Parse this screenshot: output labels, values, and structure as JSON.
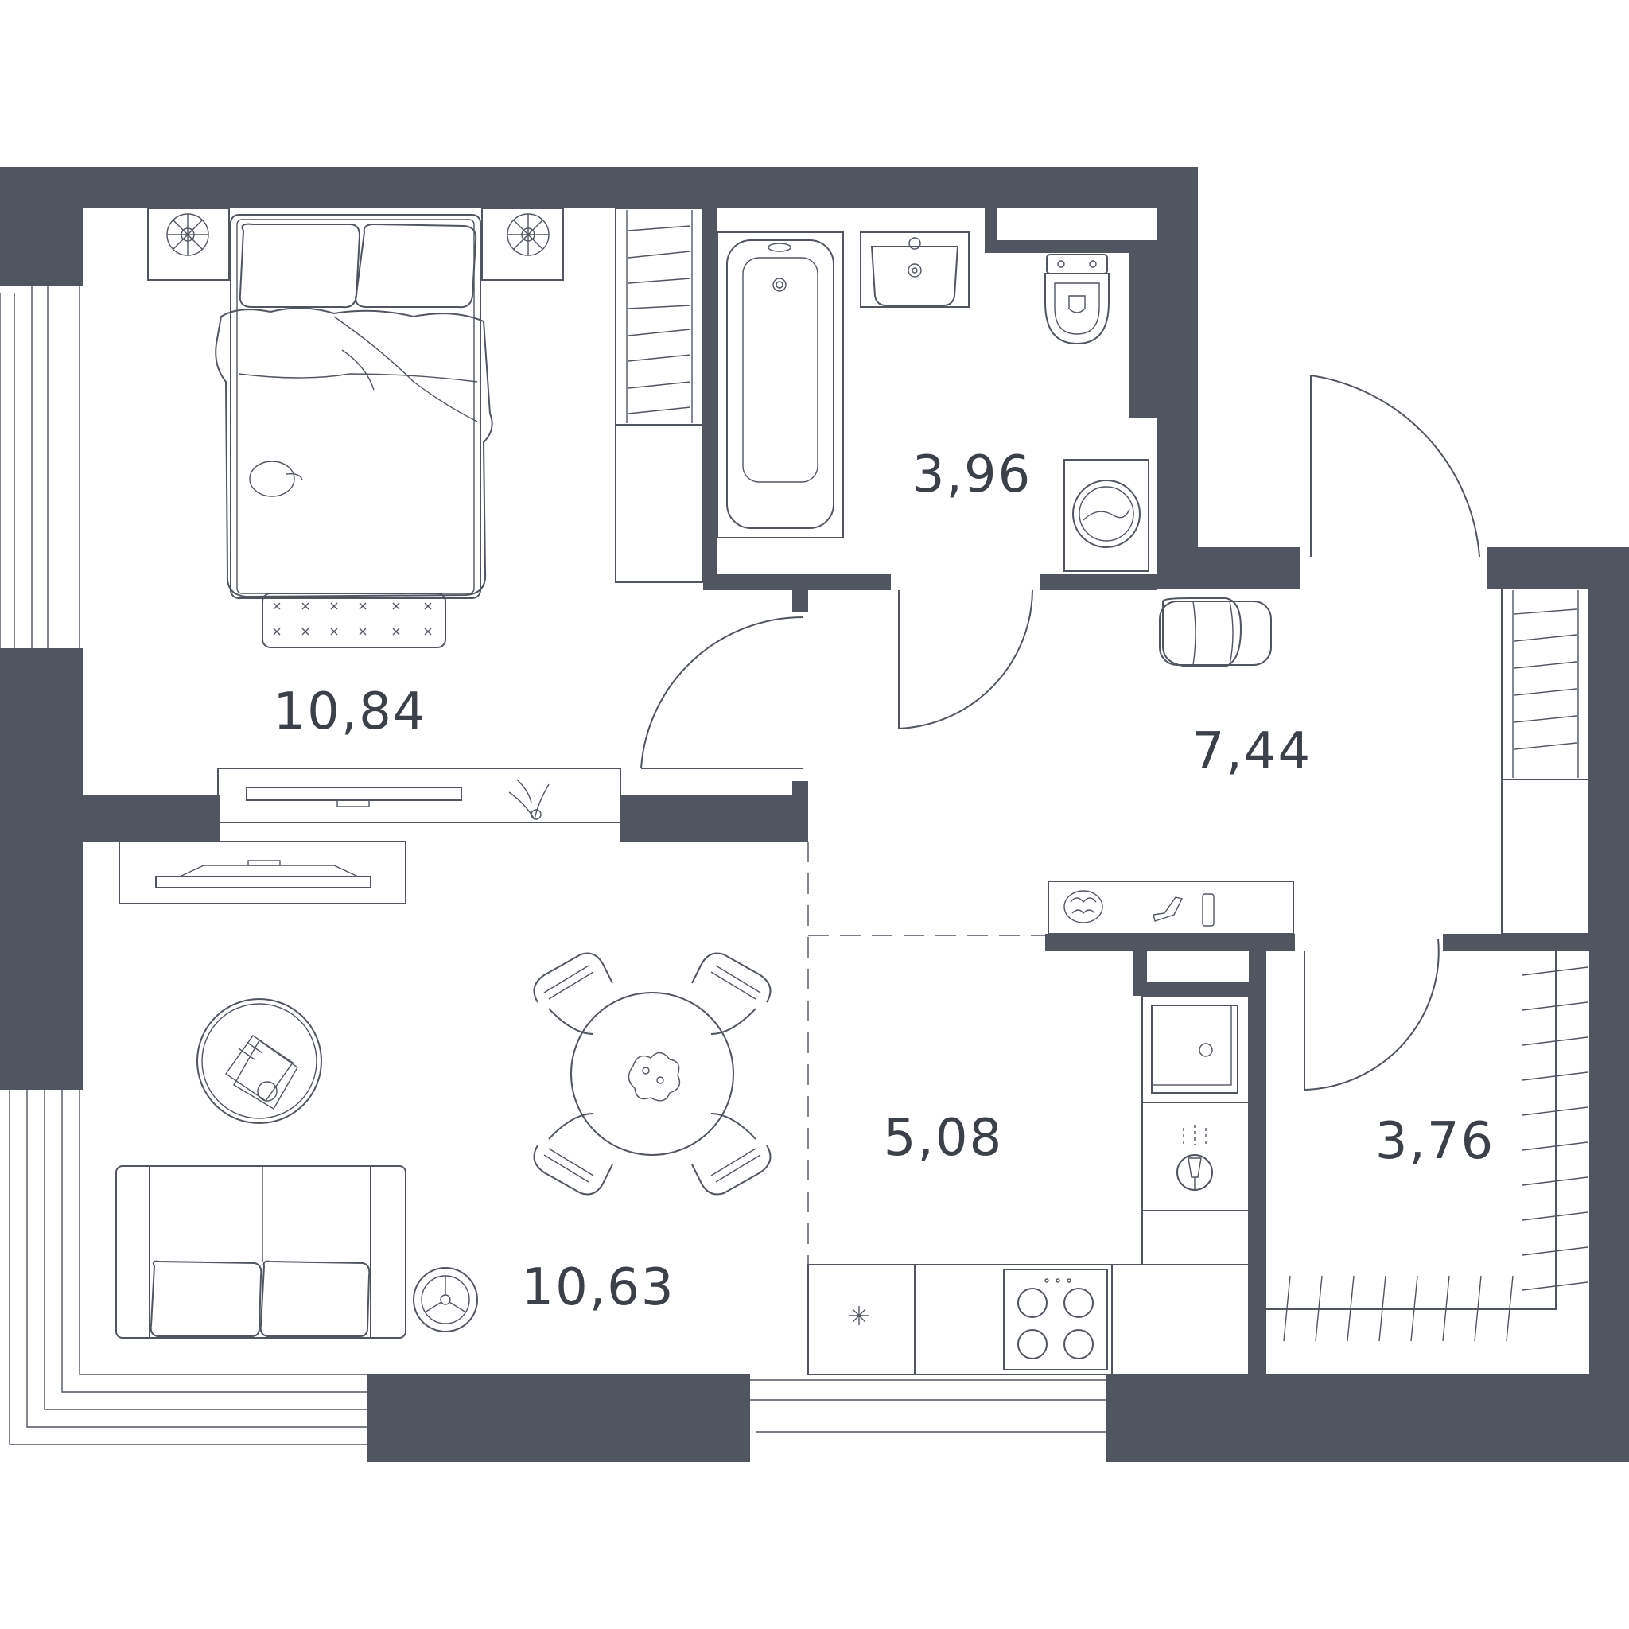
{
  "colors": {
    "wall": "#505560",
    "line": "#505560",
    "background": "#ffffff"
  },
  "rooms": [
    {
      "id": "bedroom",
      "area": "10,84"
    },
    {
      "id": "bathroom",
      "area": "3,96"
    },
    {
      "id": "hallway",
      "area": "7,44"
    },
    {
      "id": "kitchen",
      "area": "5,08"
    },
    {
      "id": "living-room",
      "area": "10,63"
    },
    {
      "id": "storage",
      "area": "3,76"
    }
  ],
  "icons": [
    "bed-icon",
    "pillow-icon",
    "nightstand-lamp-icon",
    "wardrobe-icon",
    "bathtub-icon",
    "sink-icon",
    "toilet-icon",
    "washing-machine-icon",
    "tv-stand-icon",
    "armchair-icon",
    "dining-table-icon",
    "chair-icon",
    "coffee-table-icon",
    "sofa-icon",
    "floor-lamp-icon",
    "kitchen-sink-icon",
    "stove-icon",
    "dishwasher-icon",
    "shoe-cabinet-icon",
    "door-swing-icon",
    "window-icon"
  ]
}
